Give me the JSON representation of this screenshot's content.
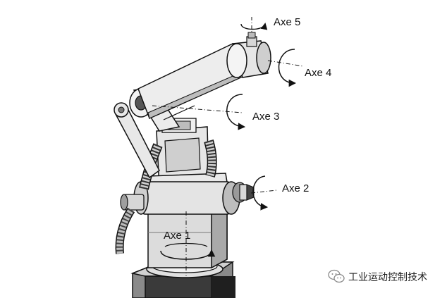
{
  "diagram": {
    "labels": {
      "axe1": "Axe 1",
      "axe2": "Axe 2",
      "axe3": "Axe 3",
      "axe4": "Axe 4",
      "axe5": "Axe 5"
    }
  },
  "watermark": {
    "text": "工业运动控制技术",
    "icon": "wechat-icon"
  },
  "colors": {
    "line": "#111111",
    "body": "#e8e8e8",
    "shade": "#b9b9b9",
    "dark": "#4a4a4a",
    "base": "#2a2a2a"
  }
}
